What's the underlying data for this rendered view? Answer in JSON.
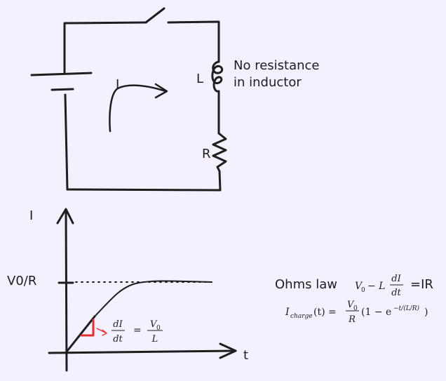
{
  "circuit": {
    "current_label": "I",
    "inductor_label": "L",
    "resistor_label": "R",
    "note_line1": "No resistance",
    "note_line2": "in inductor"
  },
  "graph": {
    "y_axis_label": "I",
    "x_axis_label": "t",
    "asymptote_label": "V0/R",
    "slope": {
      "num": "dI",
      "den": "dt",
      "eq": "=",
      "rhs_num": "V",
      "rhs_num_sub": "0",
      "rhs_den": "L"
    },
    "accent_color": "#e03131"
  },
  "equations": {
    "ohms_label": "Ohms law",
    "ohm_v": "V",
    "ohm_v_sub": "0",
    "ohm_minus_l": "− L",
    "ohm_frac_num": "dI",
    "ohm_frac_den": "dt",
    "ohm_rhs": "=IR",
    "charge_i": "I",
    "charge_sub": "charge",
    "charge_arg": "(t) =",
    "charge_frac_num_v": "V",
    "charge_frac_num_sub": "0",
    "charge_frac_den": "R",
    "charge_paren": "(1 − e",
    "charge_exp": "−t/(L/R)",
    "charge_close": ")"
  }
}
